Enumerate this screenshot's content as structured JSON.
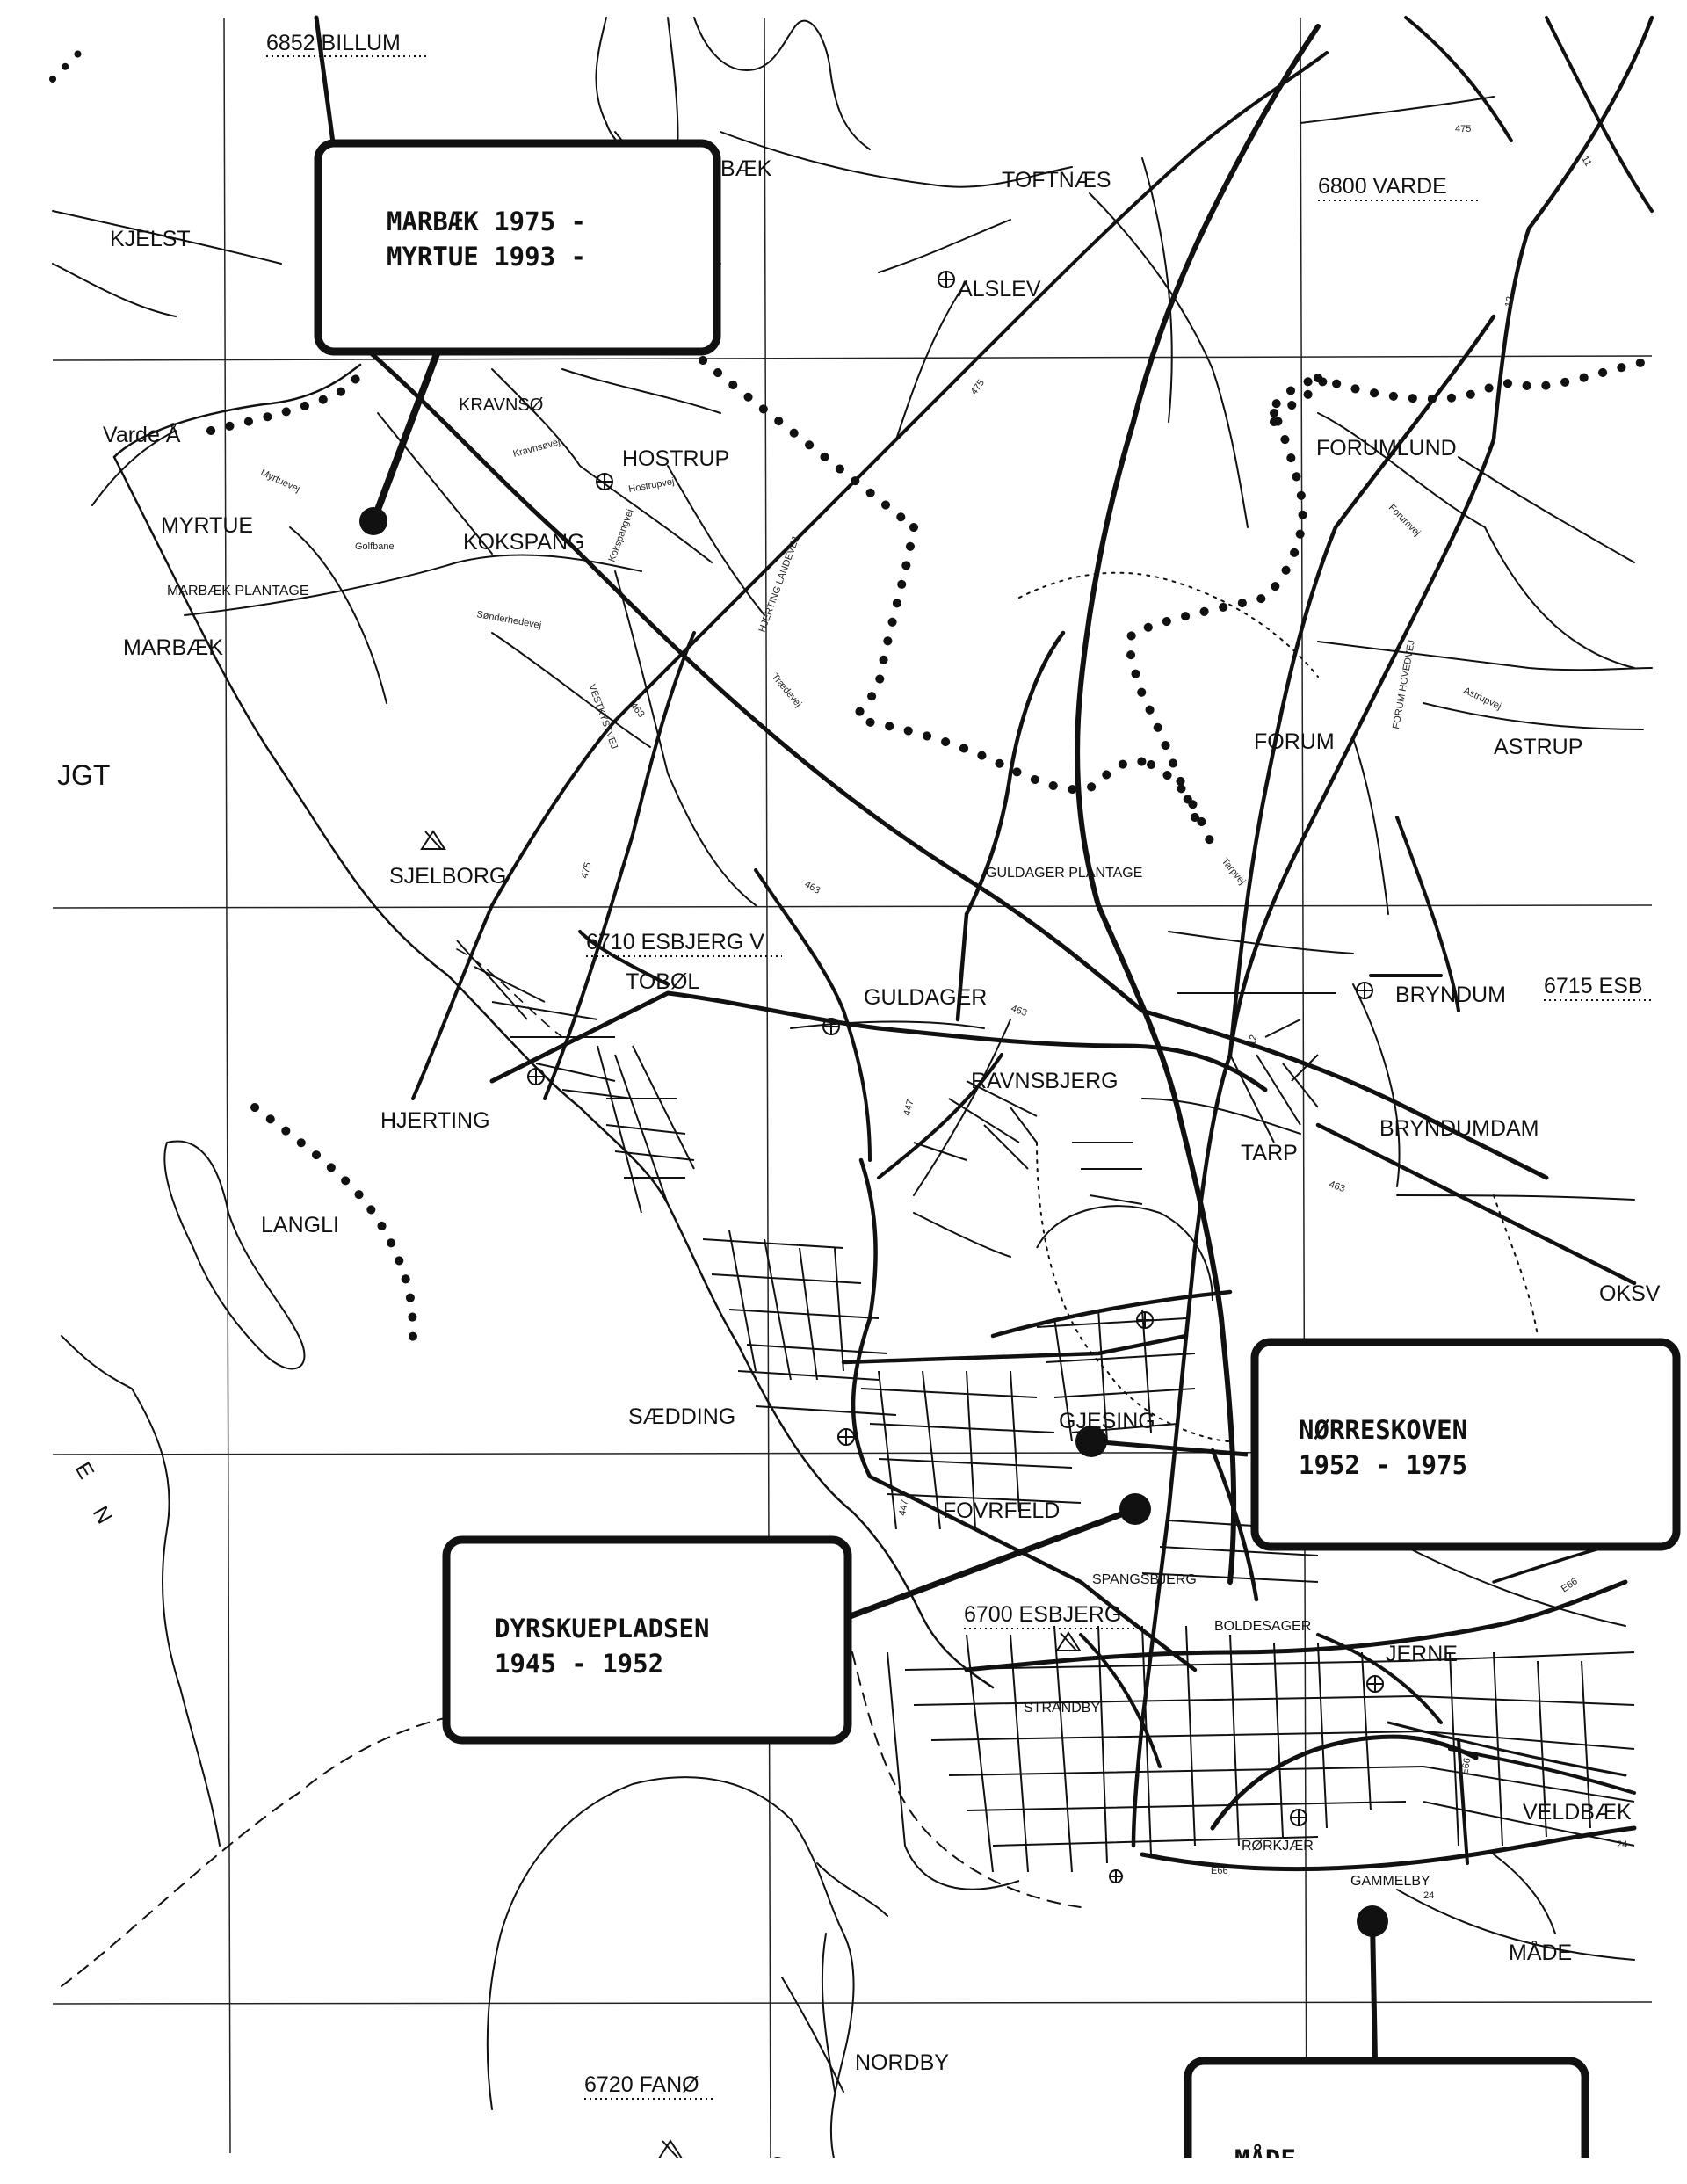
{
  "map": {
    "callouts": {
      "marbaek": {
        "line1": "MARBÆK 1975 -",
        "line2": "MYRTUE 1993 -"
      },
      "norreskoven": {
        "line1": "NØRRESKOVEN",
        "line2": "1952 - 1975"
      },
      "dyrskue": {
        "line1": "DYRSKUEPLADSEN",
        "line2": "1945 - 1952"
      },
      "made": {
        "line1": "MÅDE"
      }
    },
    "places": {
      "billum": "6852 BILLUM",
      "baek": "BÆK",
      "toftnaes": "TOFTNÆS",
      "varde": "6800 VARDE",
      "kjelst": "KJELST",
      "alslev": "ALSLEV",
      "kravnso": "KRAVNSØ",
      "varde_a": "Varde Å",
      "hostrup": "HOSTRUP",
      "forumlund": "FORUMLUND",
      "myrtue": "MYRTUE",
      "kokspang": "KOKSPANG",
      "marbaek_plantage": "MARBÆK PLANTAGE",
      "marbaek": "MARBÆK",
      "forum": "FORUM",
      "astrup": "ASTRUP",
      "jgt": "JGT",
      "sjelborg": "SJELBORG",
      "guldager_plantage": "GULDAGER PLANTAGE",
      "esbjerg_v": "6710 ESBJERG V",
      "tobol": "TOBØL",
      "guldager": "GULDAGER",
      "bryndum": "BRYNDUM",
      "esb": "6715 ESB",
      "ravnsbjerg": "RAVNSBJERG",
      "hjerting": "HJERTING",
      "tarp": "TARP",
      "bryndumdam": "BRYNDUMDAM",
      "langli": "LANGLI",
      "oksby": "OKSV",
      "saedding": "SÆDDING",
      "gjesing": "GJESING",
      "fovrfeld": "FOVRFELD",
      "spangsbjerg": "SPANGSBJERG",
      "esbjerg": "6700 ESBJERG",
      "boldesager": "BOLDESAGER",
      "jerne": "JERNE",
      "strandby": "STRANDBY",
      "veldbaek": "VELDBÆK",
      "rorkjaer": "RØRKJÆR",
      "gammelby": "GAMMELBY",
      "made_place": "MÅDE",
      "nordby": "NORDBY",
      "fano": "6720 FANØ",
      "en_n": "N",
      "en_e": "E"
    },
    "small_labels": {
      "golfbane": "Golfbane",
      "myrtuevej": "Myrtuevej",
      "kravnsovej": "Kravnsøvej",
      "hostrupvej": "Hostrupvej",
      "kokspangvej": "Kokspangvej",
      "sonderhedevej": "Sønderhedevej",
      "hjerting_landevej": "HJERTING LANDEVEJ",
      "vestkystvej": "VESTKYSTVEJ",
      "forum_hovedvej": "FORUM HOVEDVEJ",
      "astrupvej": "Astrupvej",
      "forumvej": "Forumvej",
      "tarpvej": "Tarpvej",
      "traedevej": "Trædevej"
    },
    "road_numbers": {
      "r475a": "475",
      "r475b": "475",
      "r475c": "475",
      "r463a": "463",
      "r463b": "463",
      "r463c": "463",
      "r463d": "463",
      "r447a": "447",
      "r447b": "447",
      "r12a": "12",
      "r12b": "12",
      "r11": "11",
      "re66a": "E66",
      "re66b": "E66",
      "re66c": "E66",
      "r24a": "24",
      "r24b": "24"
    }
  }
}
